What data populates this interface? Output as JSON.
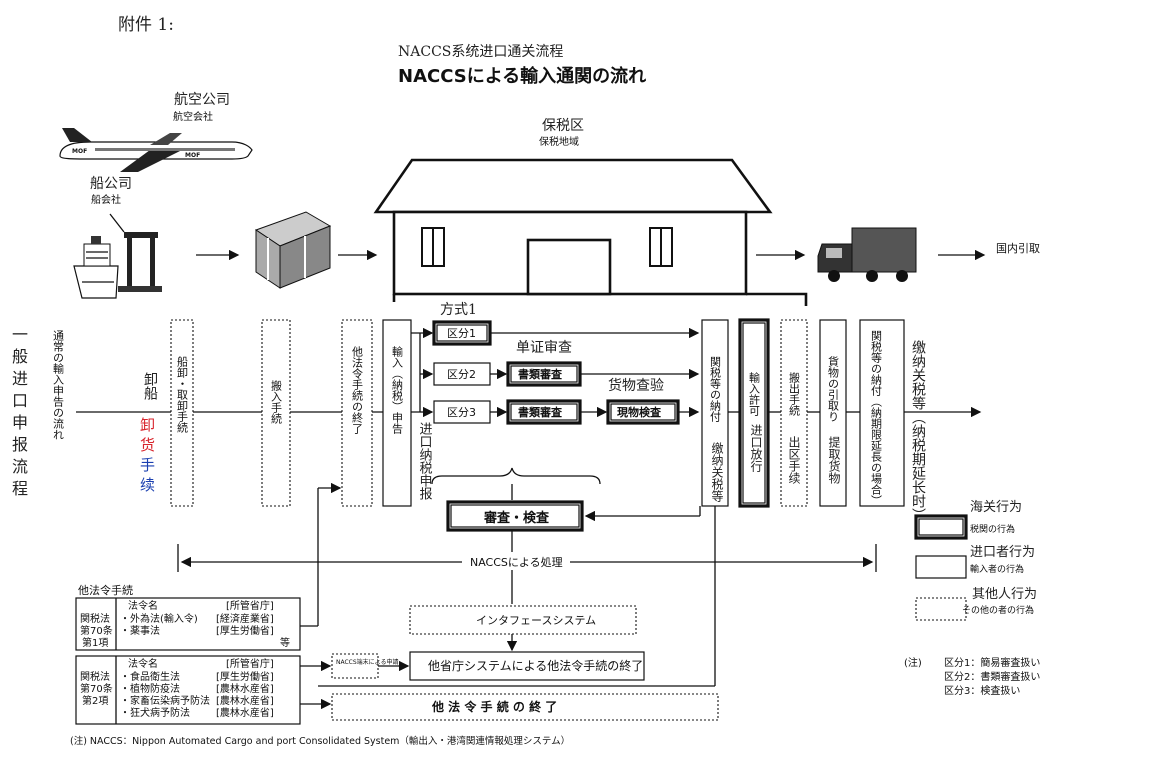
{
  "annotations": {
    "attachment": "附件 1:",
    "title_cn": "NACCS系统进口通关流程",
    "airline_cn": "航空公司",
    "shipping_cn": "船公司",
    "bonded_cn": "保税区",
    "general_cn": "一般进口申报流程",
    "unload_cn": "卸船",
    "unload_cn2": "卸货手续",
    "method1": "方式1",
    "method2": "单证审查",
    "method3": "货物查验",
    "declare_cn": "进口纳税申报",
    "payment_cn": "缴纳关税等",
    "permit_cn": "进口放行",
    "exit_cn": "出区手续",
    "pickup_cn": "提取货物",
    "deferral_cn": "缴纳关税等（纳税期延长时）",
    "customs_cn": "海关行为",
    "importer_cn": "进口者行为",
    "other_cn": "其他人行为"
  },
  "title": "NACCSによる輸入通関の流れ",
  "labels": {
    "airline": "航空会社",
    "shipping": "船会社",
    "bonded": "保税地域",
    "domestic": "国内引取",
    "plane_mark": "MOF",
    "flow_label": "通常の輸入申告の流れ"
  },
  "columns": {
    "unloading": "船卸・取卸手続",
    "carry_in": "搬入手続",
    "other_law_end": "他法令手続の終了",
    "declaration": "輸入（納税）申告",
    "payment": "関税等の納付",
    "permit": "輸入許可",
    "carry_out": "搬出手続",
    "pickup": "貨物の引取り",
    "deferred": "関税等の納付（納期限延長の場合）"
  },
  "categories": {
    "k1": "区分1",
    "k2": "区分2",
    "k3": "区分3",
    "doc2": "書類審査",
    "doc3": "書類審査",
    "inspect": "現物検査"
  },
  "review": "審査・検査",
  "naccs_processing": "NACCSによる処理",
  "interface": "インタフェースシステム",
  "other_agency": "他省庁システムによる他法令手続の終了",
  "naccs_terminal": "NACCS端末による申請",
  "other_law_final": "他 法 令 手 続 の 終 了",
  "other_law_table": {
    "heading": "他法令手続",
    "table1": {
      "col_law": "法令名",
      "col_ministry": "[所管省庁]",
      "article": [
        "関税法",
        "第70条",
        "第1項"
      ],
      "rows": [
        {
          "law": "・外為法(輸入令)",
          "ministry": "[経済産業省]"
        },
        {
          "law": "・薬事法",
          "ministry": "[厚生労働省]"
        }
      ],
      "etc": "等"
    },
    "table2": {
      "col_law": "法令名",
      "col_ministry": "[所管省庁]",
      "article": [
        "関税法",
        "第70条",
        "第2項"
      ],
      "rows": [
        {
          "law": "・食品衛生法",
          "ministry": "[厚生労働省]"
        },
        {
          "law": "・植物防疫法",
          "ministry": "[農林水産省]"
        },
        {
          "law": "・家畜伝染病予防法",
          "ministry": "[農林水産省]"
        },
        {
          "law": "・狂犬病予防法",
          "ministry": "[農林水産省]"
        }
      ]
    }
  },
  "legend": {
    "customs": "税関の行為",
    "importer": "輸入者の行為",
    "other": "その他の者の行為"
  },
  "notes": {
    "prefix": "(注)",
    "lines": [
      "区分1：簡易審査扱い",
      "区分2：書類審査扱い",
      "区分3：検査扱い"
    ]
  },
  "footnote": "(注) NACCS：Nippon Automated Cargo and port Consolidated System（輸出入・港湾関連情報処理システム）",
  "colors": {
    "ink": "#111111",
    "handwriting": "#222222",
    "red_ink": "#d8242c",
    "blue_ink": "#1a3fb0"
  }
}
